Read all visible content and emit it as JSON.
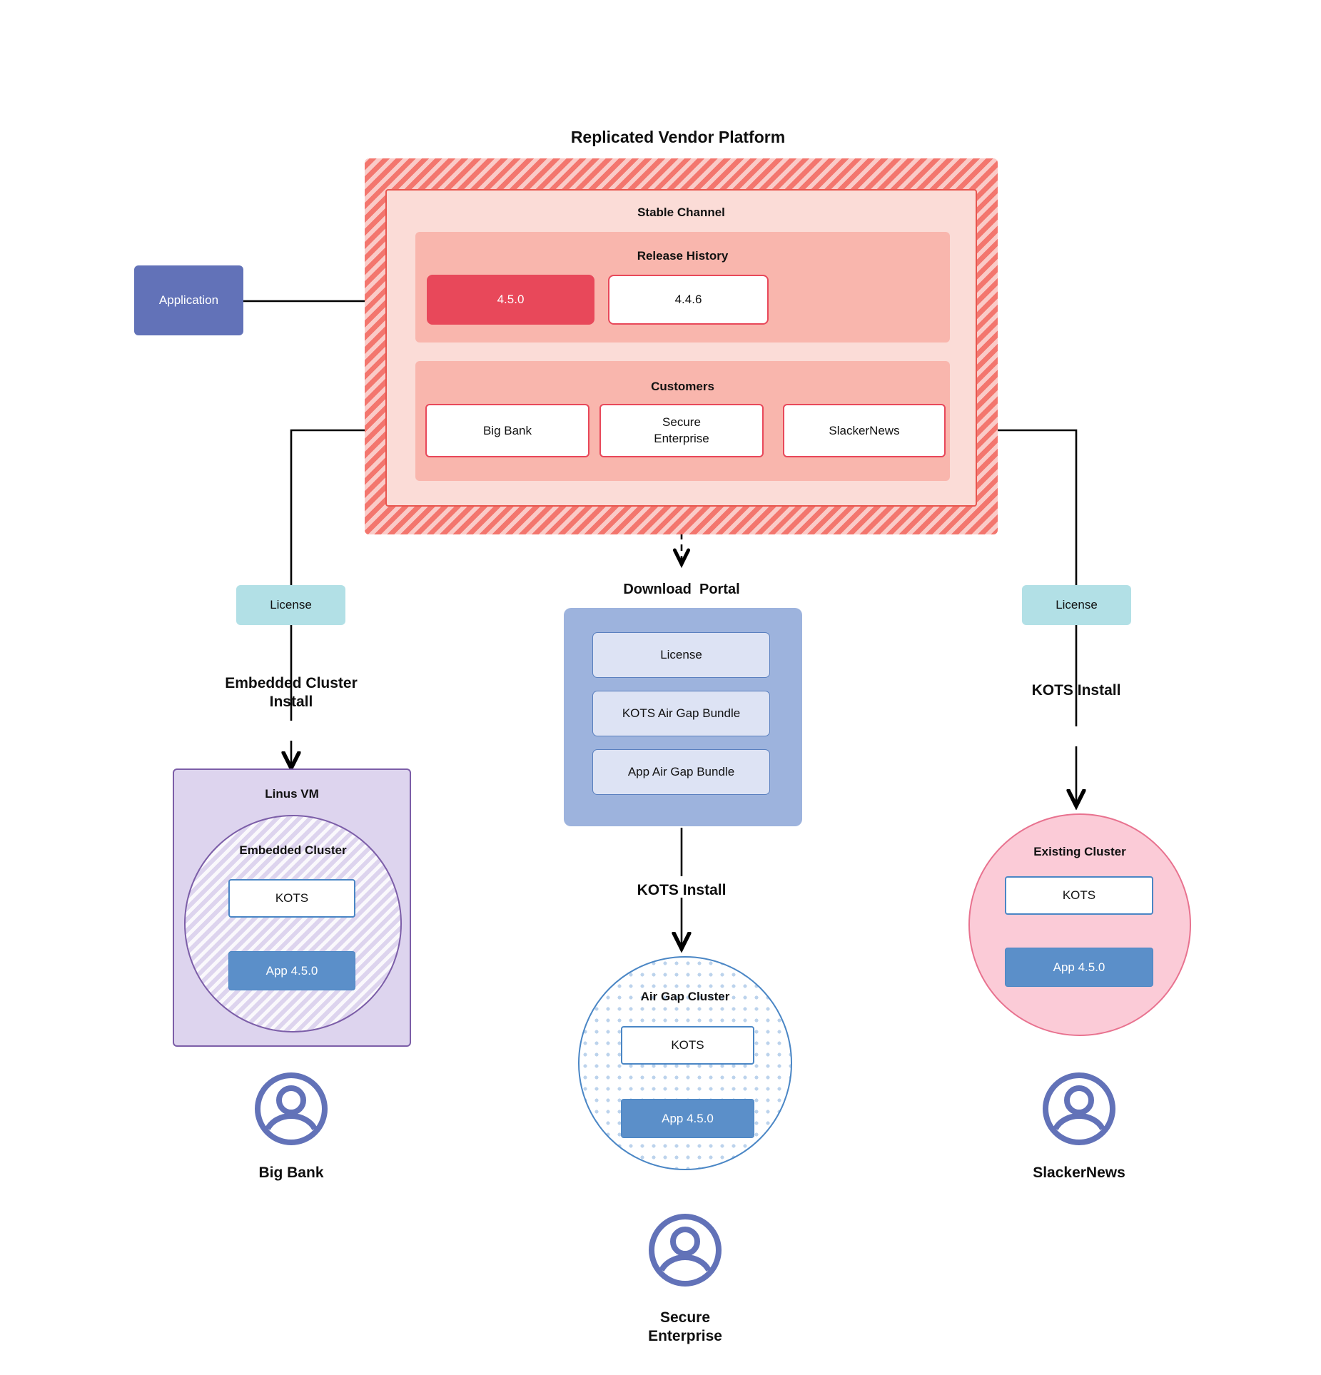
{
  "diagram": {
    "title": "Replicated Vendor Platform",
    "source_node": {
      "label": "Application"
    },
    "vendor_platform": {
      "channel": {
        "title": "Stable Channel"
      },
      "release_history": {
        "title": "Release History",
        "releases": [
          {
            "version": "4.5.0",
            "state": "active"
          },
          {
            "version": "4.4.6",
            "state": "previous"
          }
        ]
      },
      "customers": {
        "title": "Customers",
        "items": [
          {
            "name": "Big Bank"
          },
          {
            "name": "Secure\nEnterprise"
          },
          {
            "name": "SlackerNews"
          }
        ]
      }
    },
    "branches": {
      "left": {
        "license_label": "License",
        "install_label": "Embedded Cluster\nInstall",
        "host": {
          "title": "Linus VM"
        },
        "cluster": {
          "title": "Embedded Cluster"
        },
        "kots_label": "KOTS",
        "app_label": "App 4.5.0",
        "customer_label": "Big Bank",
        "avatar_icon": "user-avatar-icon"
      },
      "center": {
        "portal_title": "Download  Portal",
        "portal_items": [
          {
            "label": "License"
          },
          {
            "label": "KOTS Air Gap Bundle"
          },
          {
            "label": "App Air Gap Bundle"
          }
        ],
        "install_label": "KOTS Install",
        "cluster": {
          "title": "Air Gap Cluster"
        },
        "kots_label": "KOTS",
        "app_label": "App 4.5.0",
        "customer_label": "Secure\nEnterprise",
        "avatar_icon": "user-avatar-icon"
      },
      "right": {
        "license_label": "License",
        "install_label": "KOTS Install",
        "cluster": {
          "title": "Existing Cluster"
        },
        "kots_label": "KOTS",
        "app_label": "App 4.5.0",
        "customer_label": "SlackerNews",
        "avatar_icon": "user-avatar-icon"
      }
    },
    "colors": {
      "platform_hatch": "#f3766e",
      "channel_fill": "#fbdcd7",
      "subsection_fill": "#f9b6ad",
      "release_active": "#e8485a",
      "application": "#6272b8",
      "license": "#b2e0e6",
      "portal": "#9db3dd",
      "portal_item": "#dde3f4",
      "app_version": "#5b8fc9",
      "vm": "#ddd4ee",
      "vm_border": "#7c5ea8",
      "existing_cluster": "#fbcbd7",
      "existing_cluster_border": "#e8728f",
      "kots_border": "#4a86c5"
    }
  }
}
